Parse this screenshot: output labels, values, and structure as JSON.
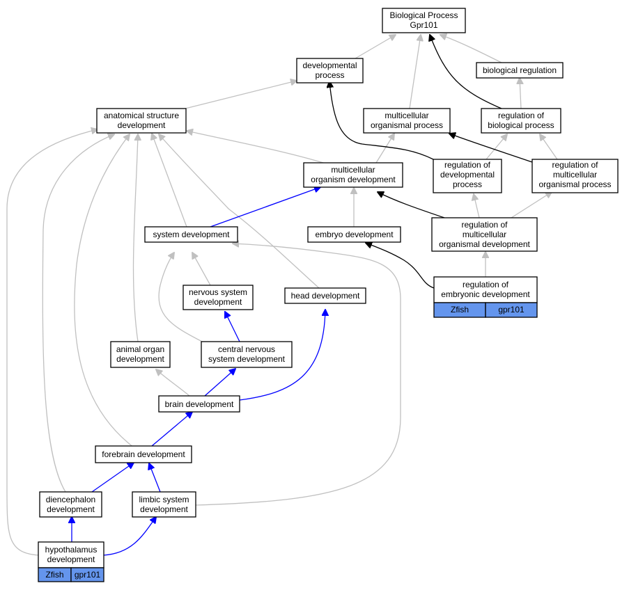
{
  "colors": {
    "gene_fill": "#6495ed",
    "edge_gray": "#c0c0c0",
    "edge_black": "#000000",
    "edge_blue": "#0000ff"
  },
  "nodes": {
    "biological_process": [
      "Biological Process",
      "Gpr101"
    ],
    "developmental_process": [
      "developmental",
      "process"
    ],
    "biological_regulation": [
      "biological regulation"
    ],
    "anatomical_structure_development": [
      "anatomical structure",
      "development"
    ],
    "multicellular_organismal_process": [
      "multicellular",
      "organismal process"
    ],
    "regulation_of_biological_process": [
      "regulation of",
      "biological process"
    ],
    "multicellular_organism_development": [
      "multicellular",
      "organism development"
    ],
    "regulation_of_developmental_process": [
      "regulation of",
      "developmental",
      "process"
    ],
    "regulation_of_multicellular_organismal_process": [
      "regulation of",
      "multicellular",
      "organismal process"
    ],
    "system_development": [
      "system development"
    ],
    "embryo_development": [
      "embryo development"
    ],
    "regulation_of_multicellular_organismal_development": [
      "regulation of",
      "multicellular",
      "organismal development"
    ],
    "regulation_of_embryonic_development": [
      "regulation of",
      "embryonic development"
    ],
    "nervous_system_development": [
      "nervous system",
      "development"
    ],
    "head_development": [
      "head development"
    ],
    "animal_organ_development": [
      "animal organ",
      "development"
    ],
    "central_nervous_system_development": [
      "central nervous",
      "system development"
    ],
    "brain_development": [
      "brain development"
    ],
    "forebrain_development": [
      "forebrain development"
    ],
    "diencephalon_development": [
      "diencephalon",
      "development"
    ],
    "limbic_system_development": [
      "limbic system",
      "development"
    ],
    "hypothalamus_development": [
      "hypothalamus",
      "development"
    ]
  },
  "gene_rows": {
    "regulation_of_embryonic_development": [
      "Zfish",
      "gpr101"
    ],
    "hypothalamus_development": [
      "Zfish",
      "gpr101"
    ]
  }
}
